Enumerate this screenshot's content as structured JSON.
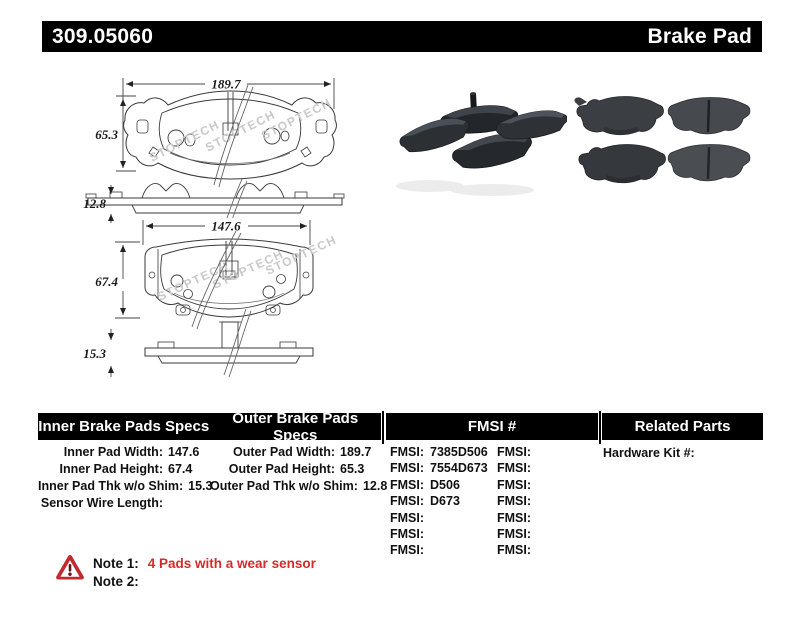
{
  "header": {
    "part_number": "309.05060",
    "product_type": "Brake Pad"
  },
  "drawings": {
    "watermark": "STOPTECH",
    "outer": {
      "width": "189.7",
      "height": "65.3",
      "thickness": "12.8"
    },
    "inner": {
      "width": "147.6",
      "height": "67.4",
      "thickness": "15.3"
    }
  },
  "specs": {
    "inner": {
      "title": "Inner Brake Pads Specs",
      "rows": [
        {
          "label": "Inner Pad Width:",
          "value": "147.6"
        },
        {
          "label": "Inner Pad Height:",
          "value": "67.4"
        },
        {
          "label": "Inner Pad Thk w/o Shim:",
          "value": "15.3"
        },
        {
          "label": "Sensor Wire Length:",
          "value": ""
        }
      ]
    },
    "outer": {
      "title": "Outer Brake Pads Specs",
      "rows": [
        {
          "label": "Outer Pad Width:",
          "value": "189.7"
        },
        {
          "label": "Outer Pad Height:",
          "value": "65.3"
        },
        {
          "label": "Outer Pad Thk w/o Shim:",
          "value": "12.8"
        }
      ]
    }
  },
  "fmsi": {
    "title": "FMSI #",
    "col1": [
      {
        "label": "FMSI:",
        "value": "7385D506"
      },
      {
        "label": "FMSI:",
        "value": "7554D673"
      },
      {
        "label": "FMSI:",
        "value": "D506"
      },
      {
        "label": "FMSI:",
        "value": "D673"
      },
      {
        "label": "FMSI:",
        "value": ""
      },
      {
        "label": "FMSI:",
        "value": ""
      },
      {
        "label": "FMSI:",
        "value": ""
      }
    ],
    "col2": [
      {
        "label": "FMSI:",
        "value": ""
      },
      {
        "label": "FMSI:",
        "value": ""
      },
      {
        "label": "FMSI:",
        "value": ""
      },
      {
        "label": "FMSI:",
        "value": ""
      },
      {
        "label": "FMSI:",
        "value": ""
      },
      {
        "label": "FMSI:",
        "value": ""
      },
      {
        "label": "FMSI:",
        "value": ""
      }
    ]
  },
  "related": {
    "title": "Related Parts",
    "rows": [
      {
        "label": "Hardware Kit #:",
        "value": ""
      }
    ]
  },
  "notes": {
    "note1_label": "Note 1:",
    "note1_text": "4 Pads with a wear sensor",
    "note2_label": "Note 2:",
    "note2_text": ""
  },
  "colors": {
    "header_bg": "#000000",
    "note_red": "#d42b2b",
    "warning_red": "#c22a30"
  }
}
